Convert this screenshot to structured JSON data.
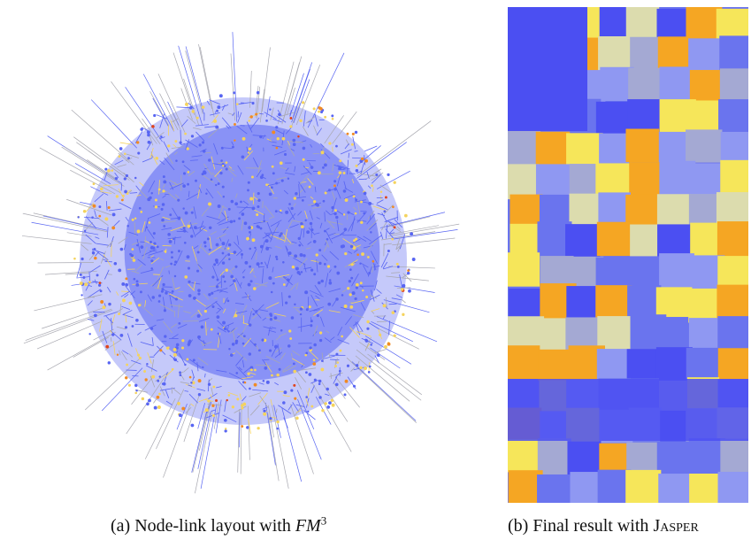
{
  "figure": {
    "panel_a": {
      "caption_prefix": "(a) Node-link layout with",
      "caption_math": "FM",
      "caption_sup": "3",
      "colors": {
        "background_blue": "#5865f2",
        "edge_gray": "#a8a8b0",
        "yellow": "#f4d35e",
        "orange": "#f08a24",
        "red": "#e0441b"
      }
    },
    "panel_b": {
      "caption_prefix": "(b) Final result with",
      "caption_name": "Jasper",
      "colors": {
        "deep_blue": "#4b4ff2",
        "blue": "#6a74ee",
        "light_blue": "#8f98f2",
        "slate": "#a4a9d3",
        "pale_yellow": "#dcdcae",
        "yellow": "#f6e65a",
        "orange": "#f5a623"
      }
    }
  }
}
